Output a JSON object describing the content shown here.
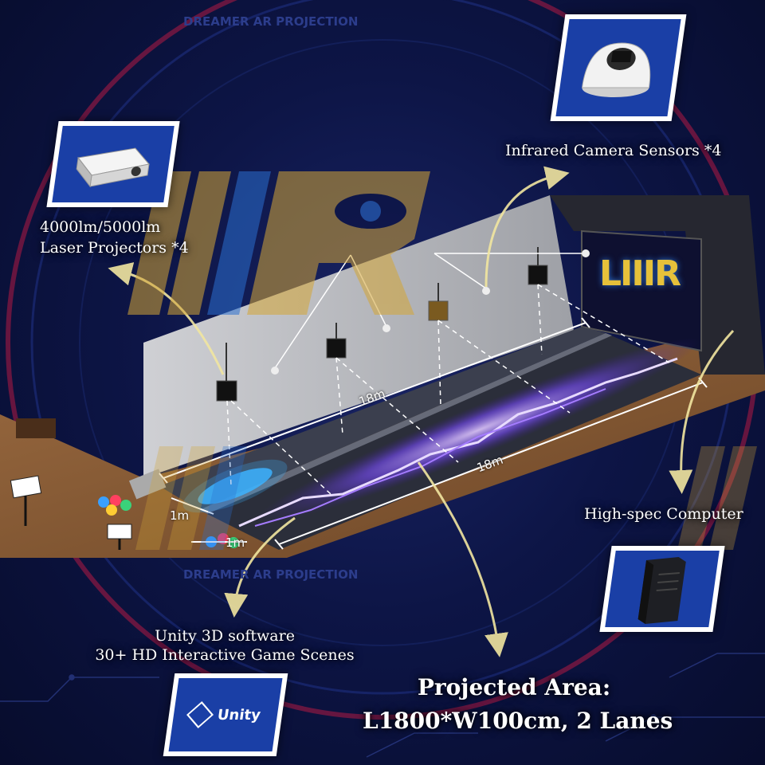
{
  "watermark": {
    "brand_text": "DREAMER AR PROJECTION"
  },
  "screen_logo": "LIIIR",
  "labels": {
    "projectors": {
      "line1": "4000lm/5000lm",
      "line2": "Laser Projectors *4"
    },
    "cameras": {
      "line1": "Infrared Camera Sensors *4"
    },
    "computer": {
      "line1": "High-spec Computer"
    },
    "software": {
      "line1": "Unity 3D software",
      "line2": "30+ HD Interactive Game Scenes"
    },
    "area": {
      "line1": "Projected Area:",
      "line2": "L1800*W100cm, 2 Lanes"
    }
  },
  "dimensions": {
    "lane_length_a": "18m",
    "lane_length_b": "18m",
    "start_gap_a": "1m",
    "start_gap_b": "1m"
  },
  "unity_card": {
    "text": "Unity"
  },
  "colors": {
    "background": "#0d1546",
    "arrow": "#f2e6a0",
    "card_blue": "#1a3fa6",
    "lightning": "#8a5cff",
    "floor": "#8a5a36"
  }
}
